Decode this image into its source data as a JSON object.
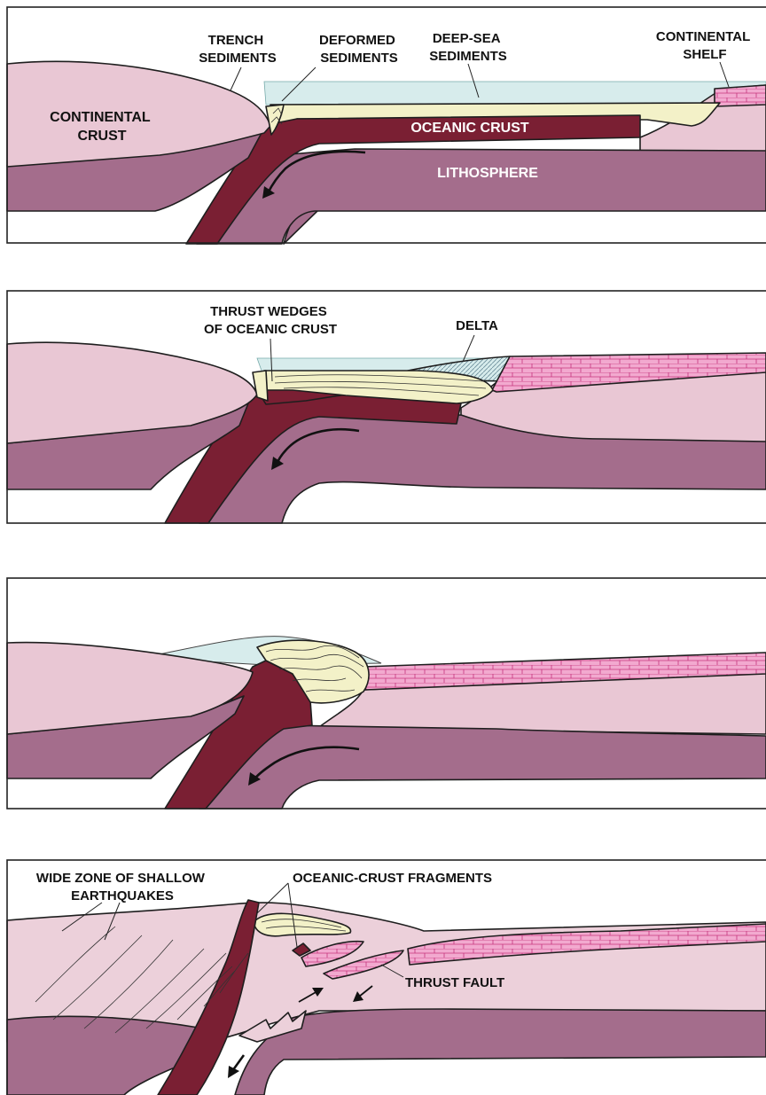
{
  "panel1": {
    "trench_sediments": [
      "TRENCH",
      "SEDIMENTS"
    ],
    "deformed_sediments": [
      "DEFORMED",
      "SEDIMENTS"
    ],
    "deep_sea_sediments": [
      "DEEP-SEA",
      "SEDIMENTS"
    ],
    "continental_shelf": [
      "CONTINENTAL",
      "SHELF"
    ],
    "continental_crust": [
      "CONTINENTAL",
      "CRUST"
    ],
    "oceanic_crust": "OCEANIC CRUST",
    "lithosphere": "LITHOSPHERE"
  },
  "panel2": {
    "thrust_wedges": [
      "THRUST WEDGES",
      "OF OCEANIC CRUST"
    ],
    "delta": "DELTA"
  },
  "panel4": {
    "wide_zone": [
      "WIDE ZONE OF SHALLOW",
      "EARTHQUAKES"
    ],
    "oceanic_crust_fragments": "OCEANIC-CRUST FRAGMENTS",
    "thrust_fault": "THRUST FAULT"
  },
  "colors": {
    "continental_crust": "#e9c7d4",
    "lithosphere": "#a46d8c",
    "oceanic_crust": "#7a1f33",
    "sediments": "#f3f1c8",
    "sea": "#d7ecec",
    "limestone": "#f2a9cf"
  }
}
